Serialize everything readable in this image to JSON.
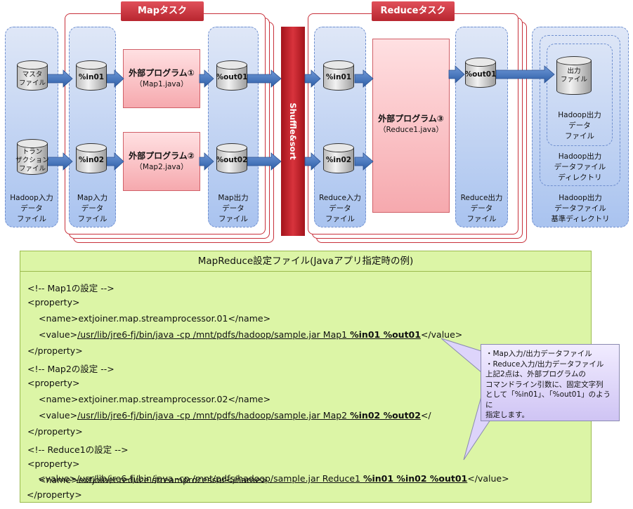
{
  "map_task": {
    "title": "Mapタスク"
  },
  "reduce_task": {
    "title": "Reduceタスク"
  },
  "shuffle": {
    "label": "Shuffle&sort"
  },
  "hadoop_input": {
    "master": [
      "マスタ",
      "ファイル"
    ],
    "transaction": [
      "トラン",
      "ザクション",
      "ファイル"
    ],
    "label": [
      "Hadoop入力",
      "データ",
      "ファイル"
    ]
  },
  "map_input": {
    "in01": "%in01",
    "in02": "%in02",
    "label": [
      "Map入力",
      "データ",
      "ファイル"
    ]
  },
  "map_programs": [
    {
      "title": "外部プログラム①",
      "sub": "（Map1.java）"
    },
    {
      "title": "外部プログラム②",
      "sub": "（Map2.java）"
    }
  ],
  "map_output": {
    "out01": "%out01",
    "out02": "%out02",
    "label": [
      "Map出力",
      "データ",
      "ファイル"
    ]
  },
  "reduce_input": {
    "in01": "%in01",
    "in02": "%in02",
    "label": [
      "Reduce入力",
      "データ",
      "ファイル"
    ]
  },
  "reduce_program": {
    "title": "外部プログラム③",
    "sub": "（Reduce1.java）"
  },
  "reduce_output": {
    "out01": "%out01",
    "label": [
      "Reduce出力",
      "データ",
      "ファイル"
    ]
  },
  "hadoop_output": {
    "file": [
      "出力",
      "ファイル"
    ],
    "file_label": [
      "Hadoop出力",
      "データ",
      "ファイル"
    ],
    "dir_label": [
      "Hadoop出力",
      "データファイル",
      "ディレクトリ"
    ],
    "base_label": [
      "Hadoop出力",
      "データファイル",
      "基準ディレクトリ"
    ]
  },
  "config": {
    "title": "MapReduce設定ファイル(Javaアプリ指定時の例)",
    "lines": {
      "c1": "<!-- Map1の設定 -->",
      "p1_open": "<property>",
      "n1": "<name>extjoiner.map.streamprocessor.01</name>",
      "v1_open": "<value>",
      "v1_path": "/usr/lib/jre6-fj/bin/java -cp /mnt/pdfs/hadoop/sample.jar Map1 ",
      "v1_args": "%in01 %out01",
      "v1_close": "</value>",
      "p1_close": "</property>",
      "c2": "<!-- Map2の設定 -->",
      "p2_open": "<property>",
      "n2": "<name>extjoiner.map.streamprocessor.02</name>",
      "v2_open": "<value>",
      "v2_path": "/usr/lib/jre6-fj/bin/java -cp /mnt/pdfs/hadoop/sample.jar Map2 ",
      "v2_args": "%in02 %out02",
      "v2_close": "</",
      "p2_close": "</property>",
      "c3": "<!-- Reduce1の設定 -->",
      "p3_open": "<property>",
      "n3": "<name>extjoiner.reduce.streamprocessor</name>",
      "v3_open": "<value>",
      "v3_path": "/usr/lib/jre6-fj/bin/java -cp /mnt/pdfs/hadoop/sample.jar Reduce1 ",
      "v3_args": "%in01 %in02 %out01",
      "v3_close": "</value>",
      "p3_close": "</property>"
    }
  },
  "callout": [
    "・Map入力/出力データファイル",
    "・Reduce入力/出力データファイル",
    "上記2点は、外部プログラムの",
    "コマンドライン引数に、固定文字列",
    "として「%in01」、「%out01」のように",
    "指定します。"
  ],
  "colors": {
    "arrow": "#3f6fb5",
    "task_red": "#c8303a",
    "config_bg": "#dcf5a6",
    "zone_bg": "#a9c3ef"
  }
}
